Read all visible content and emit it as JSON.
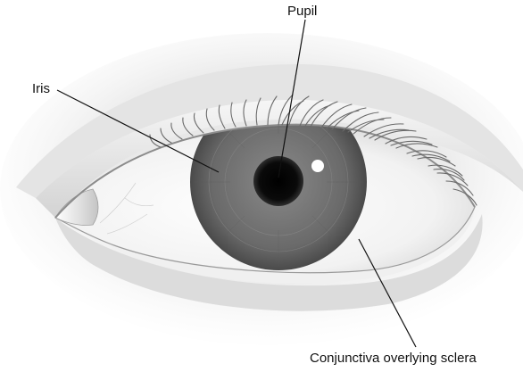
{
  "labels": {
    "pupil": "Pupil",
    "iris": "Iris",
    "conjunctiva": "Conjunctiva overlying sclera"
  },
  "colors": {
    "background": "#ffffff",
    "skin_light": "#f4f4f4",
    "skin_mid": "#d9d9d9",
    "sclera": "#f7f7f7",
    "iris": "#6f6f6f",
    "pupil": "#050505",
    "leader_line": "#111111"
  }
}
